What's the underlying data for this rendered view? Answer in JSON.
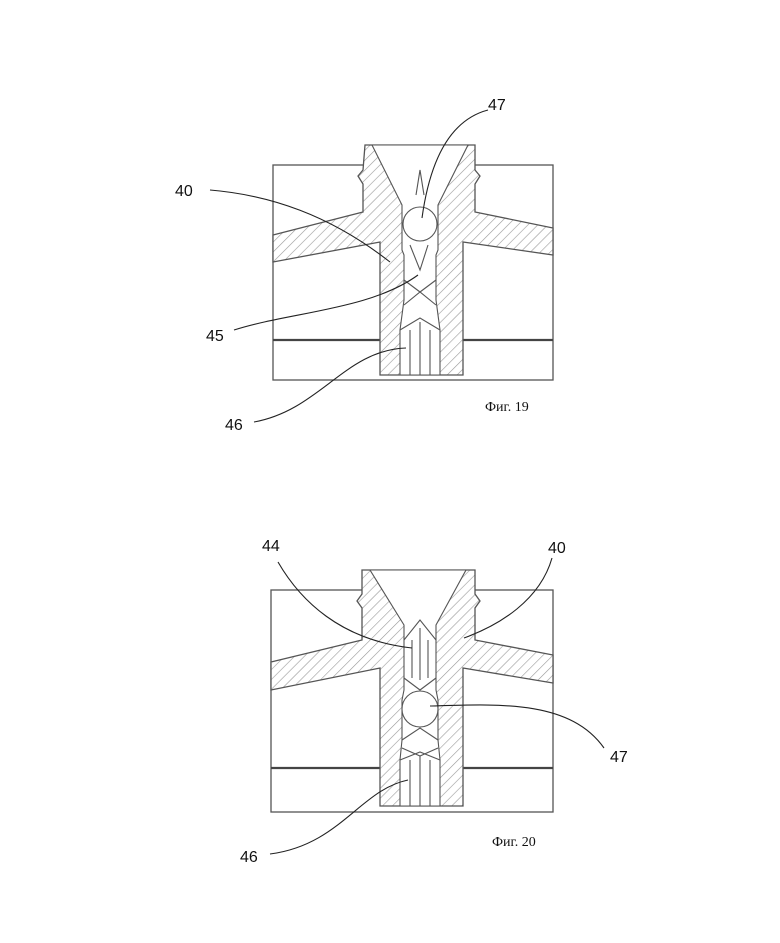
{
  "figures": [
    {
      "caption": "Фиг. 19",
      "labels": {
        "l40": "40",
        "l45": "45",
        "l46": "46",
        "l47": "47"
      }
    },
    {
      "caption": "Фиг. 20",
      "labels": {
        "l44": "44",
        "l40": "40",
        "l47": "47",
        "l46": "46"
      }
    }
  ]
}
